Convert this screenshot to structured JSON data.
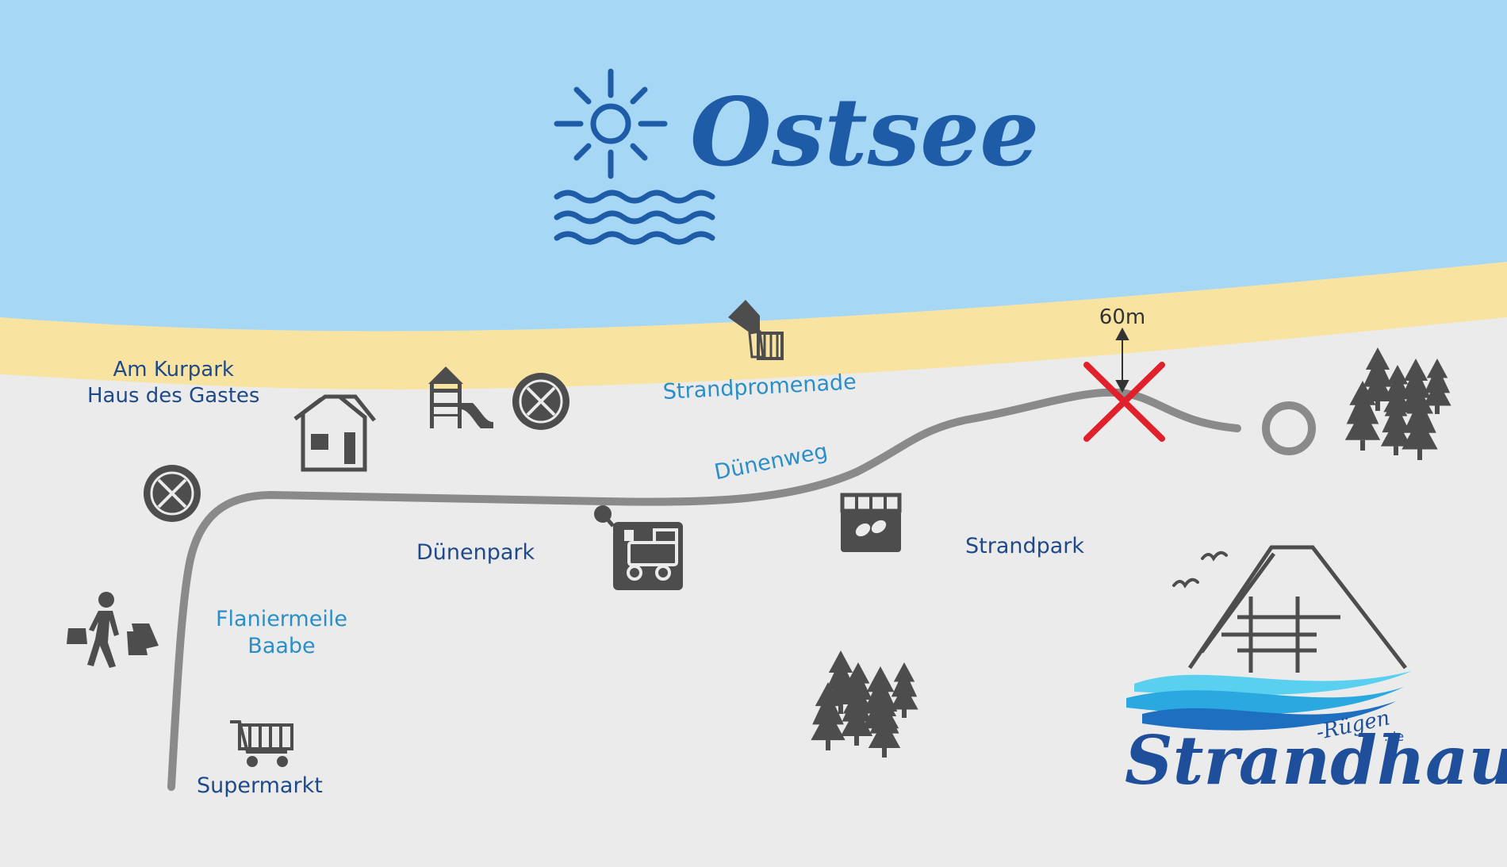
{
  "title": "Ostsee",
  "labels": {
    "kurpark_line1": "Am Kurpark",
    "kurpark_line2": "Haus des Gastes",
    "strandpromenade": "Strandpromenade",
    "duenenweg": "Dünenweg",
    "duenenpark": "Dünenpark",
    "strandpark": "Strandpark",
    "flaniermeile_line1": "Flaniermeile",
    "flaniermeile_line2": "Baabe",
    "supermarkt": "Supermarkt",
    "distance": "60m"
  },
  "logo": {
    "name": "Strandhaus",
    "suffix": "-Rügen",
    "tld": ".de"
  },
  "colors": {
    "sea": "#a6d8f5",
    "sand": "#f9e3a1",
    "land": "#ebebeb",
    "road": "#8a8a8a",
    "icon": "#4d4d4d",
    "title_blue": "#1f5ca8",
    "label_dark": "#1f4a8a",
    "label_light": "#2b8fc7",
    "cross": "#e0202a"
  },
  "icons": [
    "sun-icon",
    "waves-icon",
    "beach-chair-icon",
    "playground-icon",
    "restaurant-icon",
    "house-icon",
    "shopping-person-icon",
    "train-icon",
    "bakery-shop-icon",
    "shopping-cart-icon",
    "trees-icon",
    "location-cross-icon",
    "endpoint-circle-icon"
  ]
}
